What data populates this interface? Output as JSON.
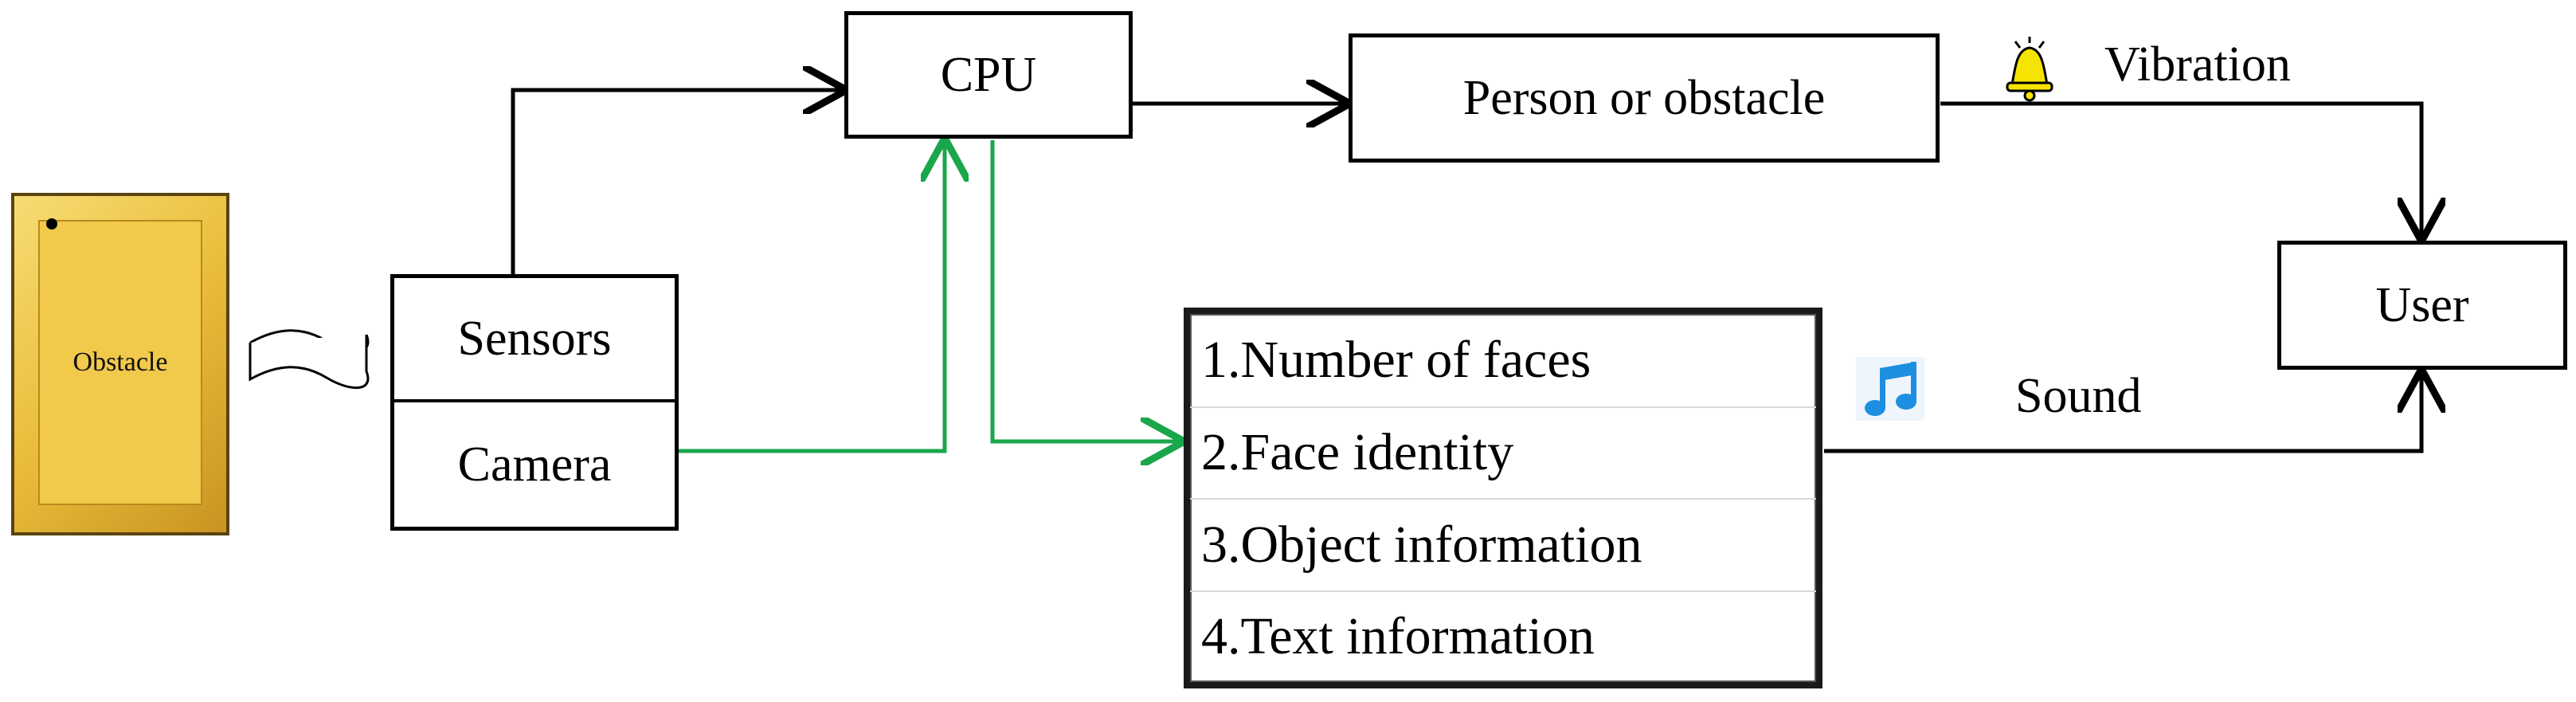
{
  "nodes": {
    "cpu": "CPU",
    "person_or_obstacle": "Person or obstacle",
    "user": "User",
    "sensors": "Sensors",
    "camera": "Camera",
    "obstacle": "Obstacle"
  },
  "info_list": [
    "1.Number of faces",
    "2.Face identity",
    "3.Object information",
    "4.Text information"
  ],
  "outputs": {
    "vibration": "Vibration",
    "sound": "Sound"
  },
  "colors": {
    "line": "#000000",
    "camera_path": "#1aa64a",
    "bell": "#f5e400",
    "music_note": "#1e8fe0"
  },
  "icons": {
    "vibration": "bell-icon",
    "sound": "music-note-icon",
    "signal": "wave-signal-icon"
  }
}
